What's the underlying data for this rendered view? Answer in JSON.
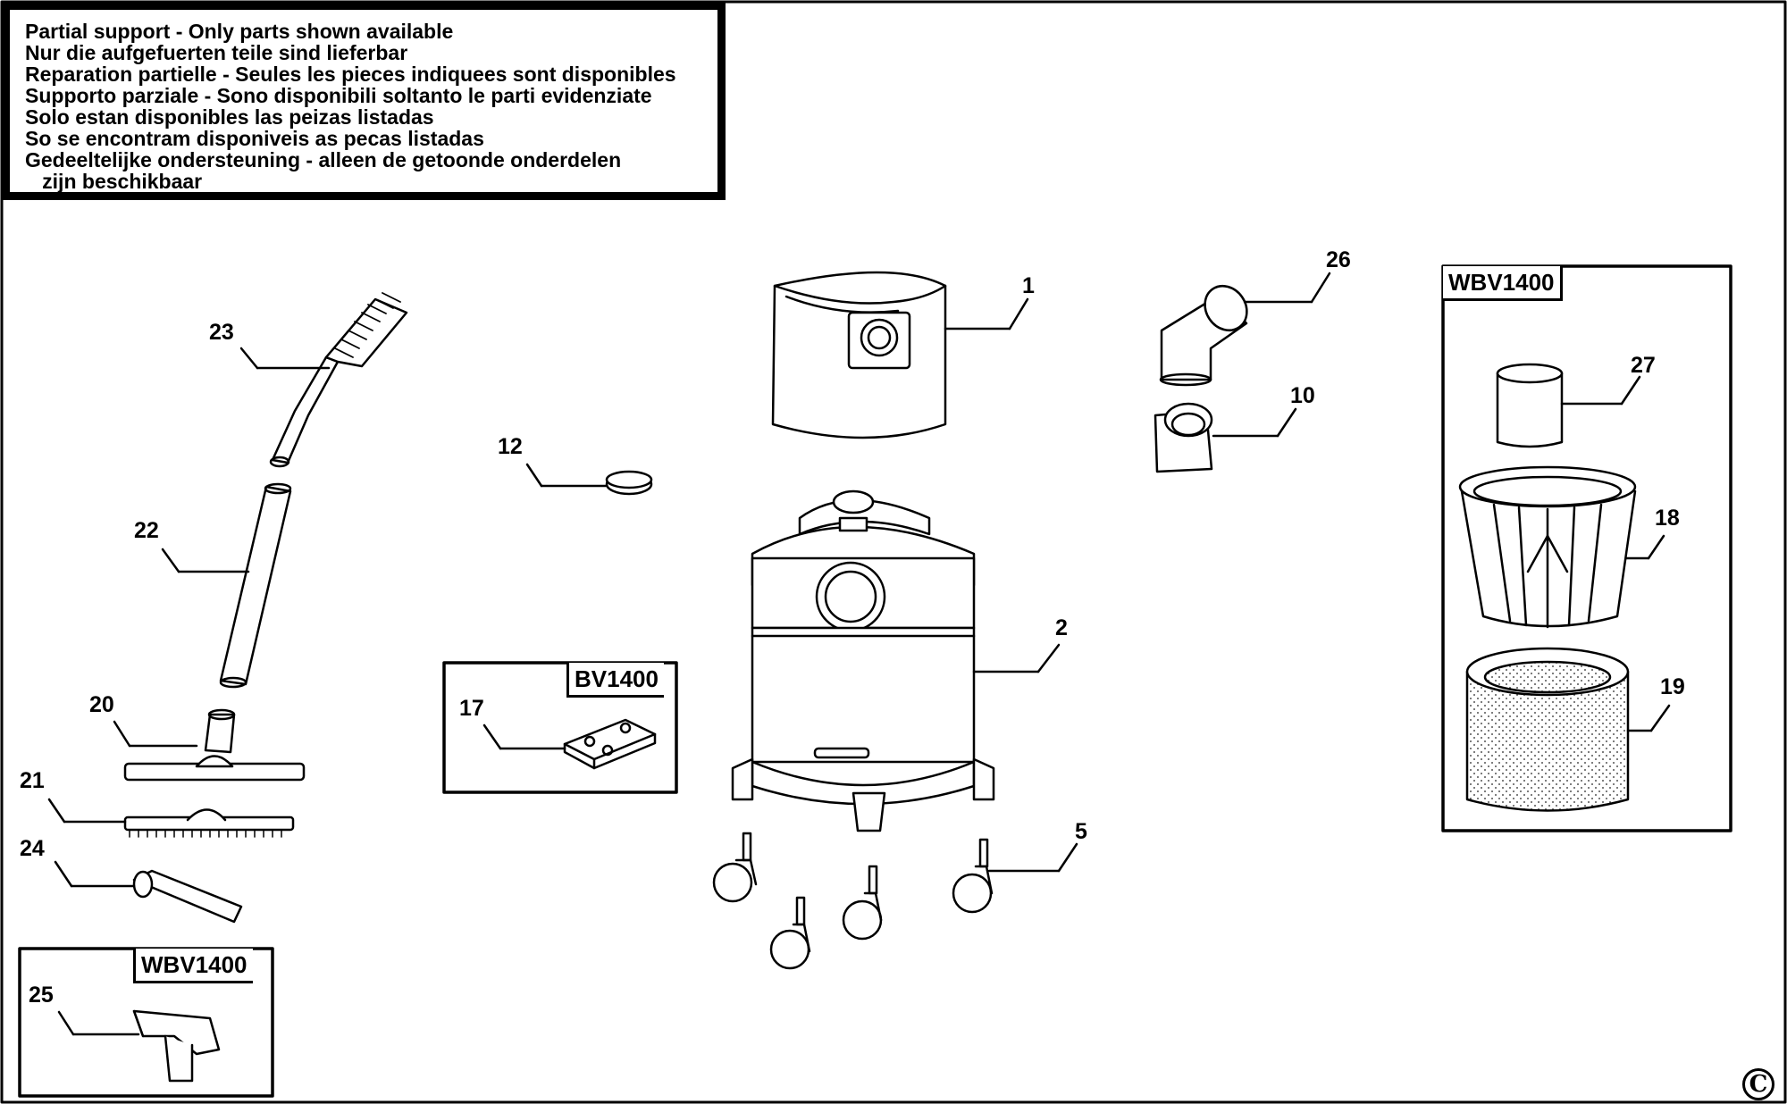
{
  "notice": {
    "lines": [
      "Partial support - Only parts shown available",
      "Nur die aufgefuerten teile sind lieferbar",
      "Reparation partielle - Seules les pieces indiquees sont disponibles",
      "Supporto parziale - Sono disponibili soltanto le parti evidenziate",
      "Solo estan disponibles las peizas listadas",
      "So se encontram disponiveis as pecas listadas",
      "Gedeeltelijke ondersteuning - alleen de getoonde onderdelen",
      "   zijn beschikbaar"
    ]
  },
  "boxes": {
    "bv1400": "BV1400",
    "wbv1400_left": "WBV1400",
    "wbv1400_right": "WBV1400"
  },
  "parts": {
    "p1": "1",
    "p2": "2",
    "p5": "5",
    "p10": "10",
    "p12": "12",
    "p17": "17",
    "p18": "18",
    "p19": "19",
    "p20": "20",
    "p21": "21",
    "p22": "22",
    "p23": "23",
    "p24": "24",
    "p25": "25",
    "p26": "26",
    "p27": "27"
  },
  "copyright_symbol": "C"
}
